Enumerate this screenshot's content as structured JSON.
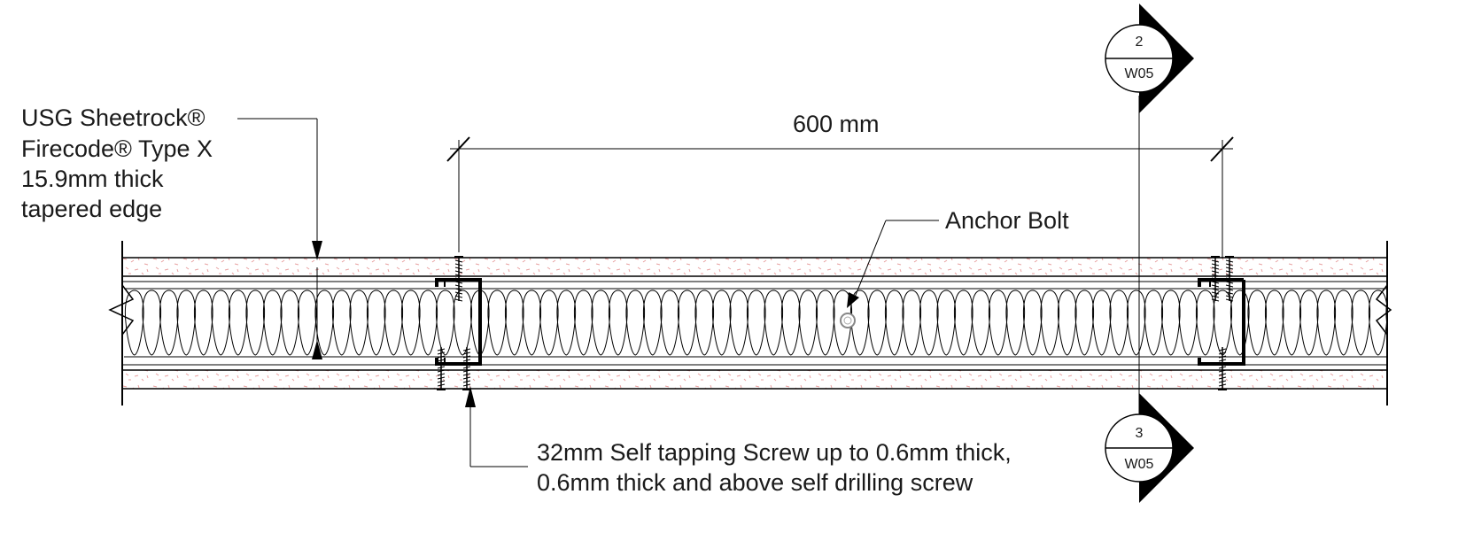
{
  "labels": {
    "gypsum_line1": "USG Sheetrock®",
    "gypsum_line2": "Firecode® Type X",
    "gypsum_line3": "15.9mm thick",
    "gypsum_line4": "tapered edge",
    "dimension": "600 mm",
    "anchor_bolt": "Anchor Bolt",
    "screw_line1": "32mm Self tapping Screw up to 0.6mm thick,",
    "screw_line2": "0.6mm thick and above self drilling screw"
  },
  "section_markers": [
    {
      "number": "2",
      "sheet": "W05"
    },
    {
      "number": "3",
      "sheet": "W05"
    }
  ],
  "colors": {
    "linework": "#000000",
    "gypsum_speckle": "#e8a0a0",
    "text": "#1a1a1a"
  }
}
